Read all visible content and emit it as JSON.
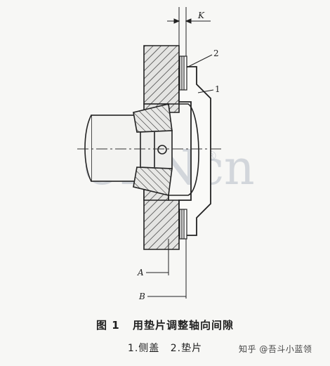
{
  "diagram": {
    "dimension_label": "K",
    "part_labels": [
      "2",
      "1"
    ],
    "line_labels": [
      "A",
      "B"
    ],
    "watermark": "CRNcn",
    "watermark_mark": "®"
  },
  "caption": {
    "figure_no": "图 1",
    "title": "用垫片调整轴向间隙",
    "legend": [
      "1.侧盖",
      "2.垫片"
    ]
  },
  "credit": "知乎 @吾斗小蓝领"
}
